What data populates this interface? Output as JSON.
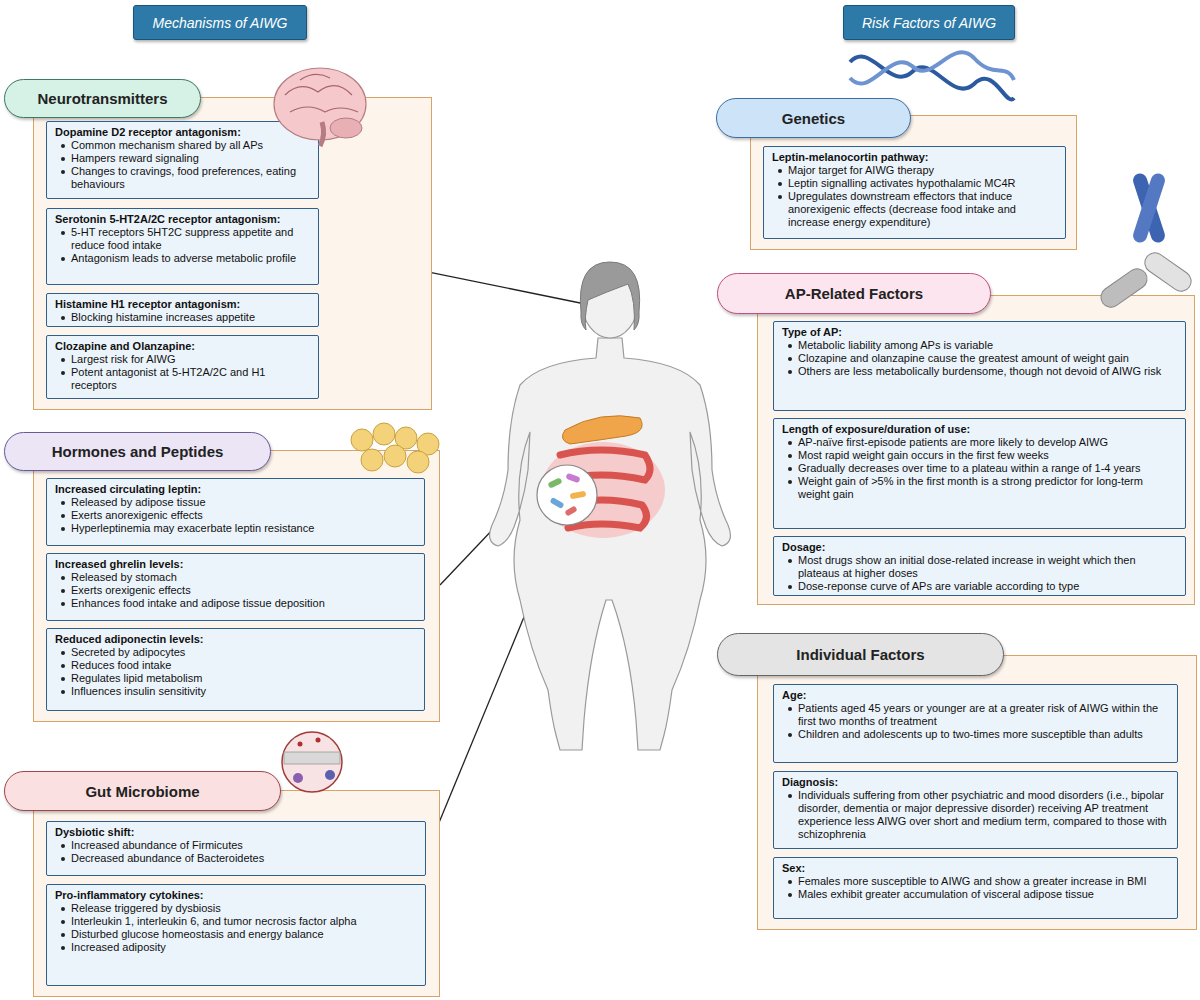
{
  "diagram": {
    "nodes": [
      {
        "text": [
          "Mechanisms of AIWG"
        ]
      },
      {
        "text": [
          "Neurotransmitters"
        ]
      },
      {
        "text": [
          "Dopamine D2 receptor antagonism:",
          "Common mechanism shared by all APs",
          "Hampers reward signaling",
          "Changes to cravings, food preferences, eating behaviours"
        ],
        "in": 1
      },
      {
        "text": [
          "Serotonin 5-HT2A/2C receptor antagonism:",
          "5-HT receptors 5HT2C suppress appetite and reduce food intake",
          "Antagonism leads to adverse metabolic profile"
        ],
        "in": 1
      },
      {
        "text": [
          "Histamine H1 receptor antagonism:",
          "Blocking histamine increases appetite"
        ],
        "in": 1
      },
      {
        "text": [
          "Clozapine and Olanzapine:",
          "Largest risk for AIWG",
          "Potent antagonist at 5-HT2A/2C and H1 receptors"
        ],
        "in": 1
      },
      {
        "text": [
          "Hormones and Peptides"
        ]
      },
      {
        "text": [
          "Increased circulating leptin:",
          "Released by adipose tissue",
          "Exerts anorexigenic effects",
          "Hyperleptinemia may exacerbate leptin resistance"
        ],
        "in": 6
      },
      {
        "text": [
          "Increased ghrelin levels:",
          "Released by stomach",
          "Exerts orexigenic effects",
          "Enhances food intake and adipose tissue deposition"
        ],
        "in": 6
      },
      {
        "text": [
          "Reduced adiponectin levels:",
          "Secreted by adipocytes",
          "Reduces food intake",
          "Regulates lipid metabolism",
          "Influences insulin sensitivity"
        ],
        "in": 6
      },
      {
        "text": [
          "Gut Microbiome"
        ]
      },
      {
        "text": [
          "Dysbiotic shift:",
          "Increased abundance of Firmicutes",
          "Decreased abundance of Bacteroidetes"
        ],
        "in": 10
      },
      {
        "text": [
          "Pro-inflammatory cytokines:",
          "Release triggered by dysbiosis",
          "Interleukin 1, interleukin 6, and tumor necrosis factor alpha",
          "Disturbed glucose homeostasis and energy balance",
          "Increased adiposity"
        ],
        "in": 10
      },
      {
        "text": [
          "Risk Factors of AIWG"
        ]
      },
      {
        "text": [
          "Genetics"
        ]
      },
      {
        "text": [
          "Leptin-melanocortin pathway:",
          "Major target for AIWG therapy",
          "Leptin signalling activates hypothalamic MC4R",
          "Upregulates downstream effectors that induce anorexigenic effects (decrease food intake and increase energy expenditure)"
        ],
        "in": 14
      },
      {
        "text": [
          "AP-Related Factors"
        ]
      },
      {
        "text": [
          "Type of AP:",
          "Metabolic liability among APs is variable",
          "Clozapine and olanzapine cause the greatest amount of weight gain",
          "Others are less metabolically burdensome, though not devoid of AIWG risk"
        ],
        "in": 16
      },
      {
        "text": [
          "Length of exposure/duration of use:",
          "AP-naïve first-episode patients are more likely to develop AIWG",
          "Most rapid weight gain occurs in the first few weeks",
          "Gradually decreases over time to a plateau within a range of 1-4 years",
          "Weight gain of >5% in the first month is a strong predictor for long-term weight gain"
        ],
        "in": 16
      },
      {
        "text": [
          "Dosage:",
          "Most drugs show an initial dose-related increase in weight which then plateaus at higher doses",
          "Dose-reponse curve of APs are variable according to type"
        ],
        "in": 16
      },
      {
        "text": [
          "Individual Factors"
        ]
      },
      {
        "text": [
          "Age:",
          "Patients aged 45 years or younger are at a greater risk of AIWG within the first two months of treatment",
          "Children and adolescents up to two-times more susceptible than adults"
        ],
        "in": 20
      },
      {
        "text": [
          "Diagnosis:",
          "Individuals suffering from other psychiatric and mood disorders (i.e., bipolar disorder, dementia or major depressive disorder) receiving AP treatment experience less AIWG over short and medium term, compared to those with schizophrenia"
        ],
        "in": 20
      },
      {
        "text": [
          "Sex:",
          "Females more susceptible to AIWG and show a greater increase in BMI",
          "Males exhibit greater accumulation of visceral adipose tissue"
        ],
        "in": 20
      }
    ]
  }
}
